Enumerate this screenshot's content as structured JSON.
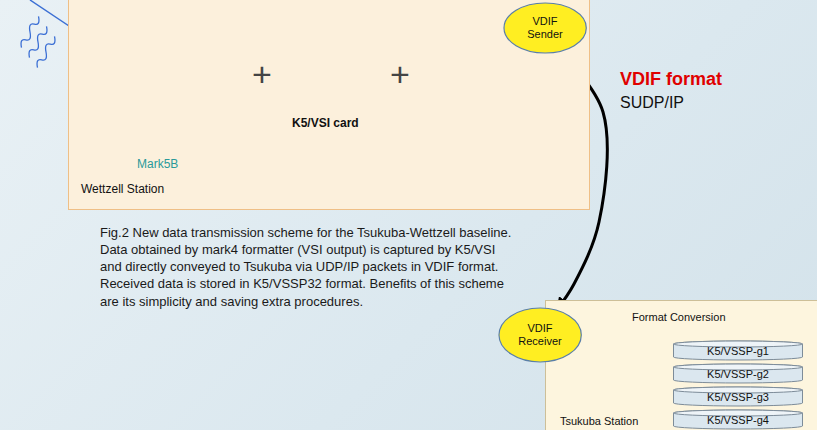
{
  "diagram": {
    "caption": "Fig.2 New data transmission scheme for the Tsukuba-Wettzell baseline. Data obtained by mark4 formatter (VSI output) is captured by K5/VSI and directly conveyed to Tsukuba via UDP/IP packets in VDIF format. Received data is stored in K5/VSSP32 format. Benefits of this scheme are its simplicity and saving extra procedures.",
    "nodes": [
      {
        "text": [
          "Wettzell Station"
        ]
      },
      {
        "text": [
          "VDIF Sender"
        ]
      },
      {
        "text": [
          "Format Conversion",
          "Tsukuba Station"
        ]
      },
      {
        "text": [
          "VDIF Receiver"
        ]
      },
      {
        "text": [
          "K5/VSSP-g1"
        ],
        "in": 2
      },
      {
        "text": [
          "K5/VSSP-g2"
        ],
        "in": 2
      },
      {
        "text": [
          "K5/VSSP-g3"
        ],
        "in": 2
      },
      {
        "text": [
          "K5/VSSP-g4"
        ],
        "in": 2
      }
    ],
    "edges": [
      {
        "from": 1,
        "to": 3,
        "arrow": "to"
      },
      {
        "from": 3,
        "to": 4,
        "arrow": "to"
      },
      {
        "from": 3,
        "to": 5,
        "arrow": "to"
      },
      {
        "from": 3,
        "to": 6,
        "arrow": "to"
      },
      {
        "from": 3,
        "to": 7,
        "arrow": "to"
      }
    ],
    "labels": [
      "Mark5B",
      "+",
      "K5/VSI card",
      "+",
      "VDIF format",
      "SUDP/IP"
    ]
  }
}
